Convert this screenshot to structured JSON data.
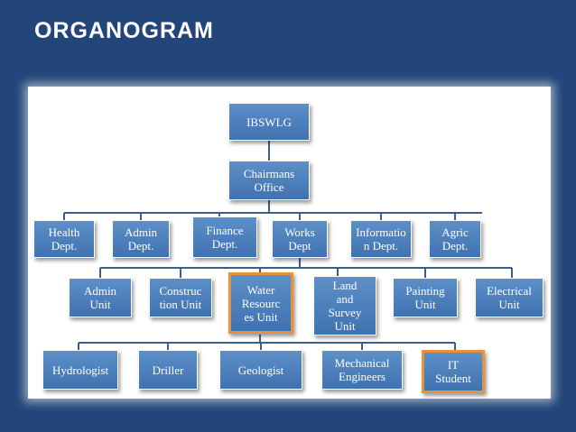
{
  "title": "ORGANOGRAM",
  "colors": {
    "background": "#22467a",
    "node": "#4a7cbc",
    "highlight": "#e8913a"
  },
  "nodes": {
    "root": "IBSWLG",
    "chairman": "Chairmans\nOffice",
    "departments": {
      "health": "Health\nDept.",
      "admin": "Admin\nDept.",
      "finance": "Finance\nDept.",
      "works": "Works\nDept",
      "information": "Informatio\nn Dept.",
      "agric": "Agric\nDept."
    },
    "units": {
      "admin": "Admin\nUnit",
      "construction": "Construc\ntion Unit",
      "water": "Water\nResourc\nes Unit",
      "land": "Land\nand\nSurvey\nUnit",
      "painting": "Painting\nUnit",
      "electrical": "Electrical\nUnit"
    },
    "staff": {
      "hydrologist": "Hydrologist",
      "driller": "Driller",
      "geologist": "Geologist",
      "mechanical": "Mechanical\nEngineers",
      "it_student": "IT\nStudent"
    }
  }
}
